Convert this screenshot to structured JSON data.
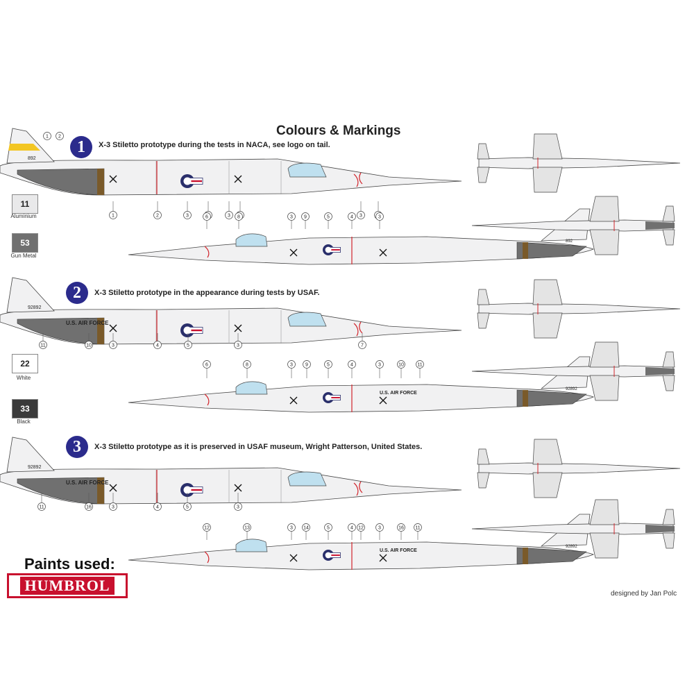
{
  "sheet": {
    "title": "Colours & Markings",
    "credit": "designed by Jan Polc"
  },
  "schemes": [
    {
      "number": "1",
      "description": "X-3 Stiletto prototype during the tests in NACA, see logo on tail.",
      "serial": "892",
      "fuselage_text": ""
    },
    {
      "number": "2",
      "description": "X-3 Stiletto prototype in the appearance during tests by USAF.",
      "serial": "92892",
      "fuselage_text": "U.S. AIR FORCE"
    },
    {
      "number": "3",
      "description": "X-3 Stiletto prototype as it is preserved in USAF museum, Wright Patterson, United States.",
      "serial": "92892",
      "fuselage_text": "U.S. AIR FORCE"
    }
  ],
  "paints": [
    {
      "code": "11",
      "name": "Aluminium",
      "color": "#e9e9ea",
      "text_color": "#222222"
    },
    {
      "code": "53",
      "name": "Gun Metal",
      "color": "#707070",
      "text_color": "#ffffff"
    },
    {
      "code": "22",
      "name": "White",
      "color": "#ffffff",
      "text_color": "#222222"
    },
    {
      "code": "33",
      "name": "Black",
      "color": "#3a3a3a",
      "text_color": "#ffffff"
    }
  ],
  "paints_used": {
    "title": "Paints used:",
    "brand": "HUMBROL"
  },
  "callouts": {
    "s1_top": [
      "1",
      "2",
      "3",
      "4",
      "5",
      "3",
      "3",
      "7"
    ],
    "s1_bottom": [
      "6",
      "8",
      "3",
      "5",
      "4",
      "3",
      "9"
    ],
    "s1_tail": [
      "1",
      "2"
    ],
    "s2_top": [
      "11",
      "10",
      "3",
      "4",
      "5",
      "3",
      "7"
    ],
    "s2_bottom": [
      "6",
      "8",
      "3",
      "5",
      "4",
      "3",
      "10",
      "11",
      "9"
    ],
    "s3_top": [
      "11",
      "16",
      "3",
      "4",
      "5",
      "3"
    ],
    "s3_bottom": [
      "12",
      "13",
      "3",
      "5",
      "14",
      "4",
      "12",
      "3",
      "16",
      "11"
    ]
  },
  "colors": {
    "accent_badge": "#2b2b8c",
    "brand_red": "#c8102e",
    "naca_yellow": "#f3c623",
    "canopy": "#bfe0ef",
    "insignia_blue": "#2a2f6b",
    "insignia_red": "#c8102e",
    "panel_red": "#d1232a",
    "gun_metal": "#707070",
    "bronze": "#7a5a2a"
  }
}
